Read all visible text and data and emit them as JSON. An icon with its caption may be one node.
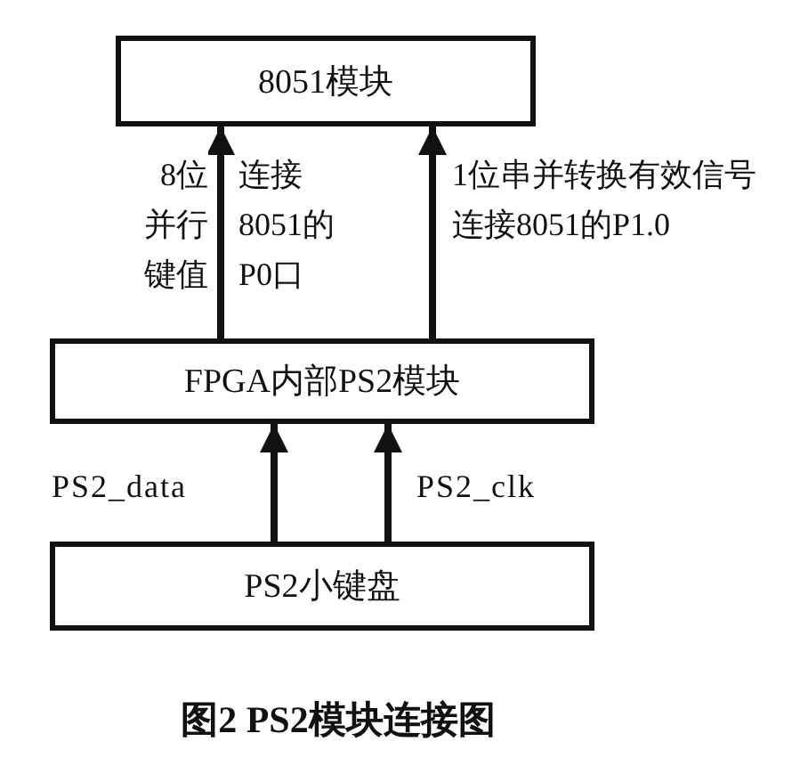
{
  "diagram": {
    "caption": "图2 PS2模块连接图",
    "nodes": [
      {
        "text": [
          "8051模块"
        ]
      },
      {
        "text": [
          "FPGA内部PS2模块"
        ]
      },
      {
        "text": [
          "PS2小键盘"
        ]
      }
    ],
    "edges": [
      {
        "from": 1,
        "to": 0,
        "arrow": "to",
        "label": "8位并行键值"
      },
      {
        "from": 1,
        "to": 0,
        "arrow": "to",
        "label": "1位串并转换有效信号连接8051的P1.0"
      },
      {
        "from": 2,
        "to": 1,
        "arrow": "to",
        "label": "PS2_data"
      },
      {
        "from": 2,
        "to": 1,
        "arrow": "to",
        "label": "PS2_clk"
      }
    ],
    "labels": [
      "连接8051的P0口"
    ]
  }
}
